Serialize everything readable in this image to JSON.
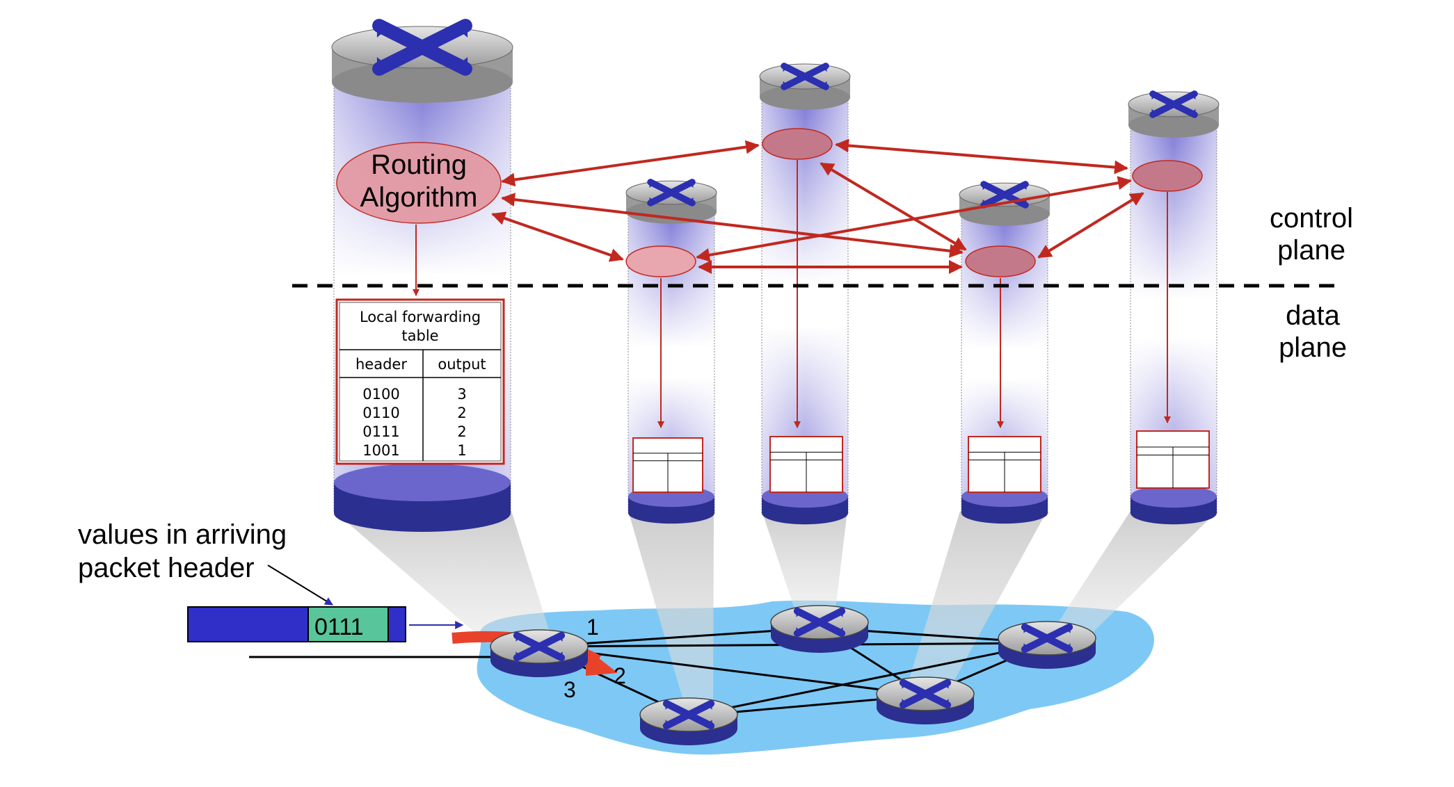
{
  "labels": {
    "routing_line1": "Routing",
    "routing_line2": "Algorithm",
    "control_line1": "control",
    "control_line2": "plane",
    "data_line1": "data",
    "data_line2": "plane",
    "values_line1": "values in arriving",
    "values_line2": "packet header",
    "header_value": "0111",
    "port1": "1",
    "port2": "2",
    "port3": "3"
  },
  "forwarding_table": {
    "title_line1": "Local forwarding",
    "title_line2": "table",
    "col_header": "header",
    "col_output": "output",
    "rows": [
      {
        "header": "0100",
        "output": "3"
      },
      {
        "header": "0110",
        "output": "2"
      },
      {
        "header": "0111",
        "output": "2"
      },
      {
        "header": "1001",
        "output": "1"
      }
    ]
  },
  "colors": {
    "control_arrow": "#c0281f",
    "dashed_line": "#000000",
    "network_cloud": "#7ec8f5",
    "router_blue": "#2b2f8f",
    "header_green": "#58c69a",
    "packet_blue": "#3030c8"
  }
}
